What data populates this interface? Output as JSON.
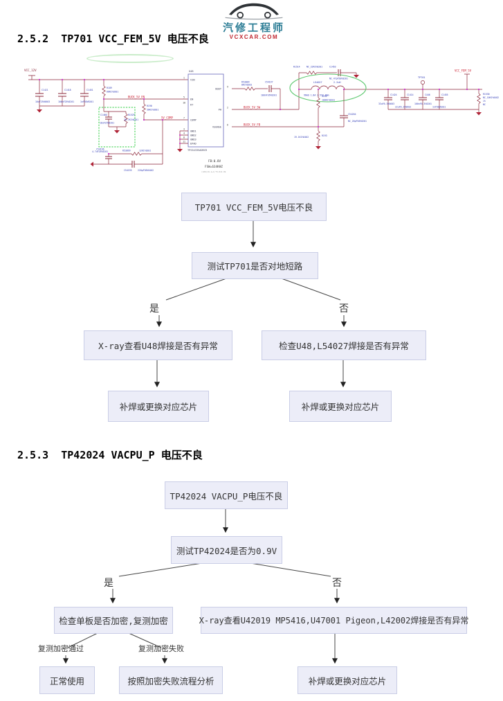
{
  "colors": {
    "brand_teal": "#2e7e96",
    "brand_red": "#c0262f",
    "net_label_red": "#cc2233",
    "wire_maroon": "#8a2437",
    "designator_blue": "#2a35b5",
    "green_highlight": "#2ecc40",
    "flow_box_bg": "#ecedf8",
    "flow_box_border": "#c9cde6"
  },
  "logo": {
    "brand": "汽修工程师",
    "site": "VCXCAR.COM"
  },
  "sections": {
    "s1": "2.5.2  TP701 VCC_FEM_5V 电压不良",
    "s2": "2.5.3  TP42024 VACPU_P 电压不良"
  },
  "schematic": {
    "nets": {
      "vin": "VCC_12V",
      "en": "BUCK_5V_EN",
      "comp": "5V_COMP",
      "sw": "BUCK_5V_SW",
      "fb": "BUCK_5V_FB",
      "vout": "VCC_FEM_5V"
    },
    "chip": {
      "ref": "U48",
      "part": "TPS54335ADRCR",
      "notes": {
        "fb": "FB:0.8V",
        "fsw": "FSW=634KHZ",
        "calc": "(100/19.1+1)*0.8=4.99"
      },
      "pins": {
        "n1": "1",
        "p1": "VIN",
        "n5": "5",
        "p5": "EN",
        "n10": "10",
        "p10": "RT",
        "n7": "7",
        "p7": "COMP",
        "n3": "3",
        "p3": "GND1",
        "n4": "4",
        "p4": "GND2",
        "n8": "8",
        "p8": "GND3",
        "n11": "11",
        "p11": "EPAD",
        "n9": "9",
        "p9": "BOOT",
        "n2": "2",
        "p2": "PH",
        "n6": "6",
        "p6": "VSENSE"
      }
    },
    "comps": {
      "c1421": {
        "ref": "C1421",
        "val": "10uF25V0603"
      },
      "c1418": {
        "ref": "C1418",
        "val": "100nF25V0201"
      },
      "c1451": {
        "ref": "C1451",
        "val": "1nF50V0201"
      },
      "r189": {
        "ref": "R189",
        "val": "68K1%0201"
      },
      "r190": {
        "ref": "R190",
        "val": "56K1%0201"
      },
      "r1529": {
        "ref": "R1529",
        "val": "28.7K1%0201"
      },
      "c1460": {
        "ref": "C1460",
        "val": "10uF25V0201"
      },
      "c54196": {
        "ref": "C54196",
        "val": "4.7uF25V0201"
      },
      "r53099": {
        "ref": "R53099",
        "val": "12K1%0201"
      },
      "c54195": {
        "ref": "C54195",
        "val": "220pF50V0402"
      },
      "r53009": {
        "ref": "R53009",
        "val": "0R1%0201"
      },
      "c54197": {
        "ref": "C54197",
        "val": "100nF16V0201"
      },
      "r1514": {
        "ref": "R1514",
        "val": "NC_22R1%0201"
      },
      "c1453": {
        "ref": "C1453",
        "val": "NC_47pF50V0201"
      },
      "l54027": {
        "ref": "L54027",
        "val": "2.2uH",
        "spec": "96mΩ  1.8A  2.5*2.0mm"
      },
      "r192": {
        "ref": "R192",
        "val": "100K1%0201"
      },
      "c54204": {
        "ref": "C54204",
        "val": "NC_20pF50V0201"
      },
      "r193": {
        "ref": "R193",
        "val": "19.1K1%0402"
      },
      "c1424": {
        "ref": "C1424",
        "val": "33uF6.3V0603"
      },
      "c1414": {
        "ref": "C1414",
        "val": "22uF6.3V0603"
      },
      "c446": {
        "ref": "C446",
        "val": "100nF6.3V0201"
      },
      "c1455": {
        "ref": "C1455",
        "val": "1nF50V0201"
      },
      "r1530": {
        "ref": "R1530",
        "val": "NC_10K1%0402",
        "tol": "1%",
        "nc": "NC"
      },
      "tp701": {
        "ref": "TP701"
      }
    }
  },
  "flow1": {
    "start": "TP701 VCC_FEM_5V电压不良",
    "test": "测试TP701是否对地短路",
    "yes": "是",
    "no": "否",
    "yes_action": "X-ray查看U48焊接是否有异常",
    "no_action": "检查U48,L54027焊接是否有异常",
    "yes_final": "补焊或更换对应芯片",
    "no_final": "补焊或更换对应芯片"
  },
  "flow2": {
    "start": "TP42024 VACPU_P电压不良",
    "test": "测试TP42024是否为0.9V",
    "yes": "是",
    "no": "否",
    "yes_action": "检查单板是否加密,复测加密",
    "no_action": "X-ray查看U42019 MP5416,U47001 Pigeon,L42002焊接是否有异常",
    "sub_yes": "复测加密通过",
    "sub_no": "复测加密失败",
    "final_ok": "正常使用",
    "final_fail": "按照加密失败流程分析",
    "no_final": "补焊或更换对应芯片"
  }
}
